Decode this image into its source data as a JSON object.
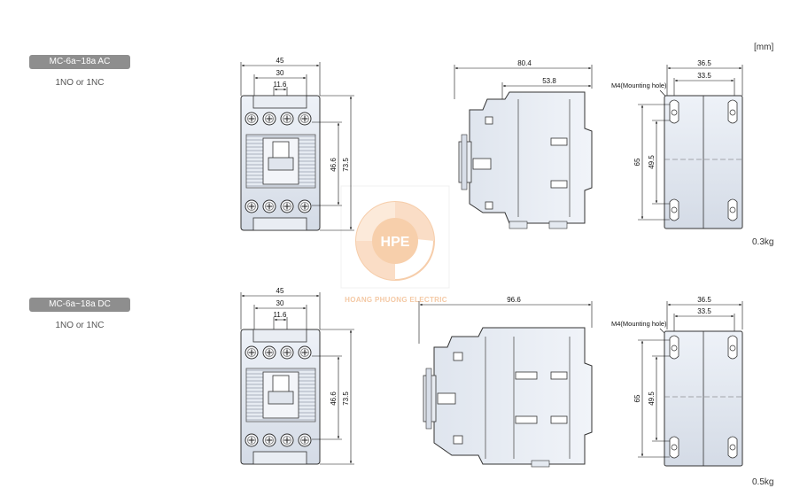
{
  "units": "[mm]",
  "watermark": {
    "logo_text": "HPE",
    "company": "HOANG PHUONG ELECTRIC"
  },
  "accent_color": "#f0a566",
  "rows": [
    {
      "badge": "MC-6a~18a AC",
      "contacts": "1NO or 1NC",
      "weight": "0.3kg",
      "front": {
        "width": "45",
        "inner": "30",
        "pitch": "11.6",
        "height_inner": "46.6",
        "height_total": "73.5"
      },
      "side": {
        "depth_total": "80.4",
        "depth_partial": "53.8"
      },
      "rear": {
        "width": "36.5",
        "inner": "33.5",
        "mount_hole_label": "M4(Mounting hole)",
        "height_total": "65",
        "height_inner": "49.5"
      }
    },
    {
      "badge": "MC-6a~18a DC",
      "contacts": "1NO or 1NC",
      "weight": "0.5kg",
      "front": {
        "width": "45",
        "inner": "30",
        "pitch": "11.6",
        "height_inner": "46.6",
        "height_total": "73.5"
      },
      "side": {
        "depth_total": "96.6"
      },
      "rear": {
        "width": "36.5",
        "inner": "33.5",
        "mount_hole_label": "M4(Mounting hole)",
        "height_total": "65",
        "height_inner": "49.5"
      }
    }
  ]
}
